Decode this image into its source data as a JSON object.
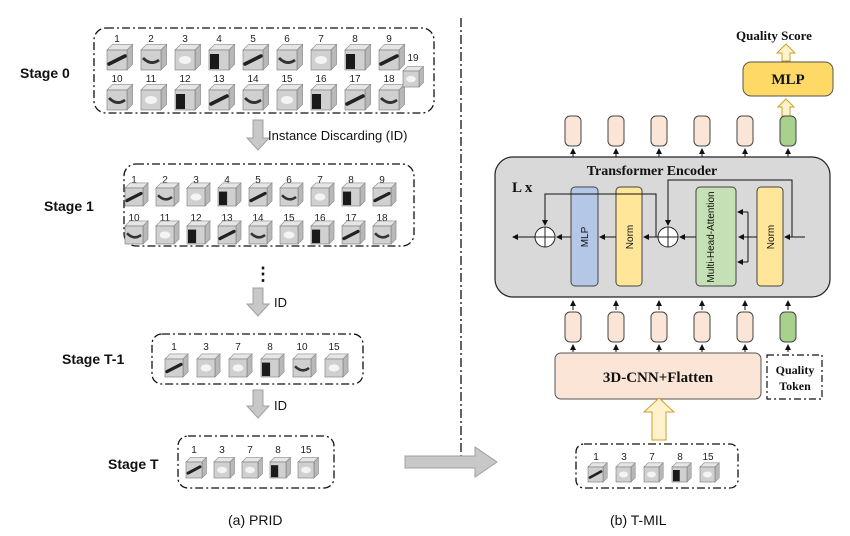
{
  "prid": {
    "stages": [
      {
        "label": "Stage 0",
        "rows": [
          [
            "1",
            "2",
            "3",
            "4",
            "5",
            "6",
            "7",
            "8",
            "9"
          ],
          [
            "10",
            "11",
            "12",
            "13",
            "14",
            "15",
            "16",
            "17",
            "18"
          ]
        ],
        "extra": "19"
      },
      {
        "label": "Stage 1",
        "rows": [
          [
            "1",
            "2",
            "3",
            "4",
            "5",
            "6",
            "7",
            "8",
            "9"
          ],
          [
            "10",
            "11",
            "12",
            "13",
            "14",
            "15",
            "16",
            "17",
            "18"
          ]
        ]
      },
      {
        "label": "Stage T-1",
        "rows": [
          [
            "1",
            "3",
            "7",
            "8",
            "10",
            "15"
          ]
        ]
      },
      {
        "label": "Stage T",
        "rows": [
          [
            "1",
            "3",
            "7",
            "8",
            "15"
          ]
        ]
      }
    ],
    "arrow_labels": [
      "Instance Discarding (ID)",
      "ID",
      "ID"
    ],
    "ellipsis": "⋮",
    "caption": "(a) PRID"
  },
  "tmil": {
    "quality_score": "Quality Score",
    "mlp_head": "MLP",
    "encoder_title": "Transformer Encoder",
    "repeat_label": "L x",
    "blocks": [
      "MLP",
      "Norm",
      "Multi-Head Attention",
      "Norm"
    ],
    "cnn_label": "3D-CNN+Flatten",
    "quality_token": [
      "Quality",
      "Token"
    ],
    "input_labels": [
      "1",
      "3",
      "7",
      "8",
      "15"
    ],
    "caption": "(b) T-MIL"
  },
  "colors": {
    "token": "#fbe5d6",
    "quality_token": "#a9d18e",
    "encoder_bg": "#d9d9d9",
    "mlp_block": "#b4c7e7",
    "norm_block": "#ffe699",
    "attention_block": "#c5e0b4",
    "head_mlp": "#ffd966",
    "arrow_gray": "#bfbfbf",
    "arrow_yellow": "#fff2cc"
  }
}
